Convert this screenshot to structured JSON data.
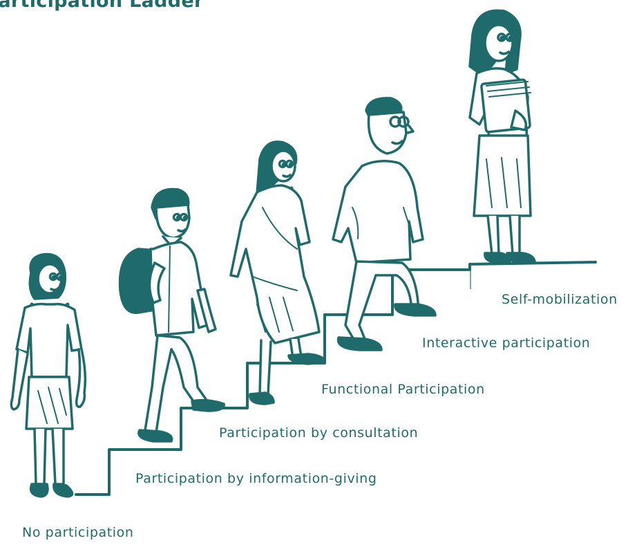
{
  "title": "Participation Ladder",
  "colors": {
    "ink": "#1f6b6b",
    "fill": "#ffffff",
    "shade": "#1f6b6b"
  },
  "steps": [
    {
      "label": "No participation"
    },
    {
      "label": "Participation by information-giving"
    },
    {
      "label": "Participation by consultation"
    },
    {
      "label": "Functional Participation"
    },
    {
      "label": "Interactive participation"
    },
    {
      "label": "Self-mobilization"
    }
  ]
}
